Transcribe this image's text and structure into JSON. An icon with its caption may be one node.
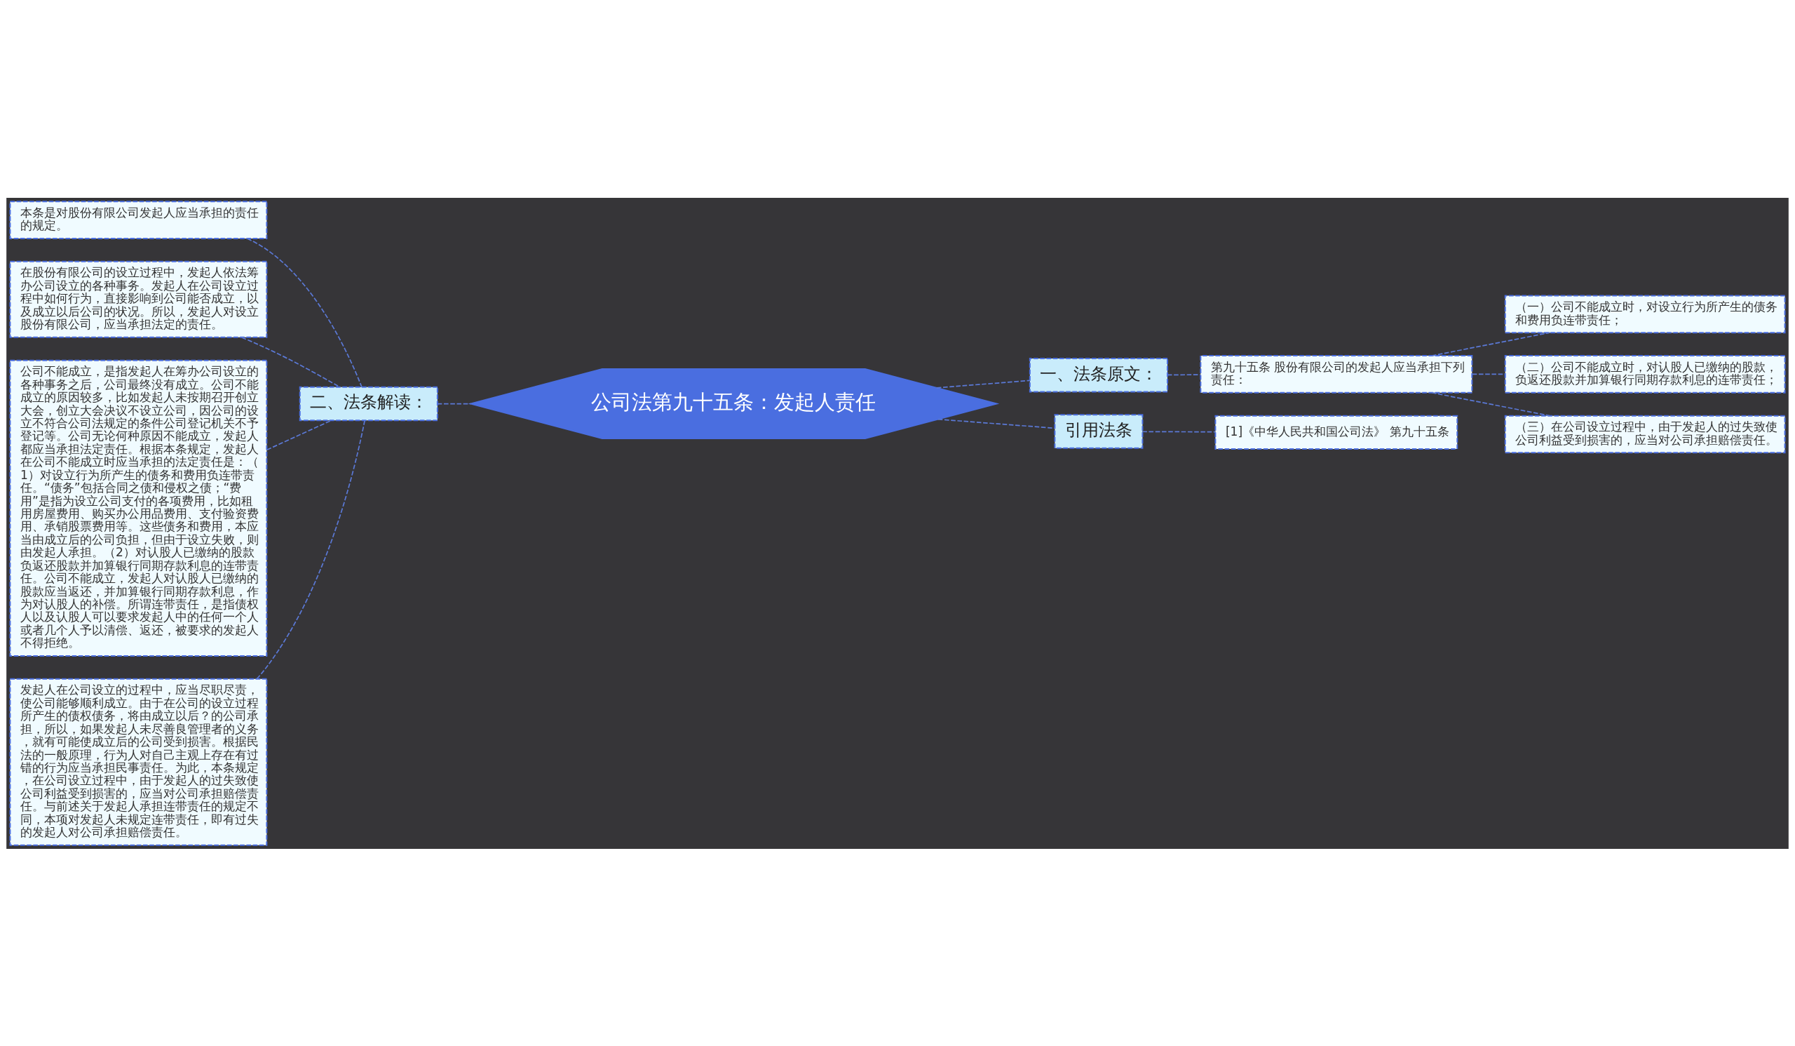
{
  "diagram": {
    "nodes": [
      {
        "text": [
          "公司法第九十五条：发起人责任"
        ]
      },
      {
        "text": [
          "二、法条解读："
        ]
      },
      {
        "text": [
          "本条是对股份有限公司发起人应当承担的责任的规定。"
        ]
      },
      {
        "text": [
          "在股份有限公司的设立过程中，发起人依法筹办公司设立的各种事务。发起人在公司设立过程中如何行为，直接影响到公司能否成立，以及成立以后公司的状况。所以，发起人对设立股份有限公司，应当承担法定的责任。"
        ]
      },
      {
        "text": [
          "公司不能成立，是指发起人在筹办公司设立的各种事务之后，公司最终没有成立。公司不能成立的原因较多，比如发起人未按期召开创立大会，创立大会决议不设立公司，因公司的设立不符合公司法规定的条件公司登记机关不予登记等。公司无论何种原因不能成立，发起人都应当承担法定责任。根据本条规定，发起人在公司不能成立时应当承担的法定责任是：（1）对设立行为所产生的债务和费用负连带责任。“债务”包括合同之债和侵权之债；“费用”是指为设立公司支付的各项费用，比如租用房屋费用、购买办公用品费用、支付验资费用、承销股票费用等。这些债务和费用，本应当由成立后的公司负担，但由于设立失败，则由发起人承担。（2）对认股人已缴纳的股款负返还股款并加算银行同期存款利息的连带责任。公司不能成立，发起人对认股人已缴纳的股款应当返还，并加算银行同期存款利息，作为对认股人的补偿。所谓连带责任，是指债权人以及认股人可以要求发起人中的任何一个人或者几个人予以清偿、返还，被要求的发起人不得拒绝。"
        ]
      },
      {
        "text": [
          "发起人在公司设立的过程中，应当尽职尽责，使公司能够顺利成立。由于在公司的设立过程所产生的债权债务，将由成立以后？的公司承担，所以，如果发起人未尽善良管理者的义务，就有可能使成立后的公司受到损害。根据民法的一般原理，行为人对自己主观上存在有过错的行为应当承担民事责任。为此，本条规定，在公司设立过程中，由于发起人的过失致使公司利益受到损害的，应当对公司承担赔偿责任。与前述关于发起人承担连带责任的规定不同，本项对发起人未规定连带责任，即有过失的发起人对公司承担赔偿责任。"
        ]
      },
      {
        "text": [
          "一、法条原文："
        ]
      },
      {
        "text": [
          "第九十五条 股份有限公司的发起人应当承担下列责任："
        ]
      },
      {
        "text": [
          "（一）公司不能成立时，对设立行为所产生的债务和费用负连带责任；"
        ]
      },
      {
        "text": [
          "（二）公司不能成立时，对认股人已缴纳的股款，负返还股款并加算银行同期存款利息的连带责任；"
        ]
      },
      {
        "text": [
          "（三）在公司设立过程中，由于发起人的过失致使公司利益受到损害的，应当对公司承担赔偿责任。"
        ]
      },
      {
        "text": [
          "引用法条"
        ]
      },
      {
        "text": [
          "[1]《中华人民共和国公司法》 第九十五条"
        ]
      }
    ],
    "edges": [
      {
        "from": 0,
        "to": 1,
        "arrow": "none",
        "style": "dashed"
      },
      {
        "from": 1,
        "to": 2,
        "arrow": "none",
        "style": "dashed"
      },
      {
        "from": 1,
        "to": 3,
        "arrow": "none",
        "style": "dashed"
      },
      {
        "from": 1,
        "to": 4,
        "arrow": "none",
        "style": "dashed"
      },
      {
        "from": 1,
        "to": 5,
        "arrow": "none",
        "style": "dashed"
      },
      {
        "from": 0,
        "to": 6,
        "arrow": "none",
        "style": "dashed"
      },
      {
        "from": 6,
        "to": 7,
        "arrow": "none",
        "style": "dashed"
      },
      {
        "from": 7,
        "to": 8,
        "arrow": "none",
        "style": "dashed"
      },
      {
        "from": 7,
        "to": 9,
        "arrow": "none",
        "style": "dashed"
      },
      {
        "from": 7,
        "to": 10,
        "arrow": "none",
        "style": "dashed"
      },
      {
        "from": 0,
        "to": 11,
        "arrow": "none",
        "style": "dashed"
      },
      {
        "from": 11,
        "to": 12,
        "arrow": "none",
        "style": "dashed"
      }
    ]
  }
}
